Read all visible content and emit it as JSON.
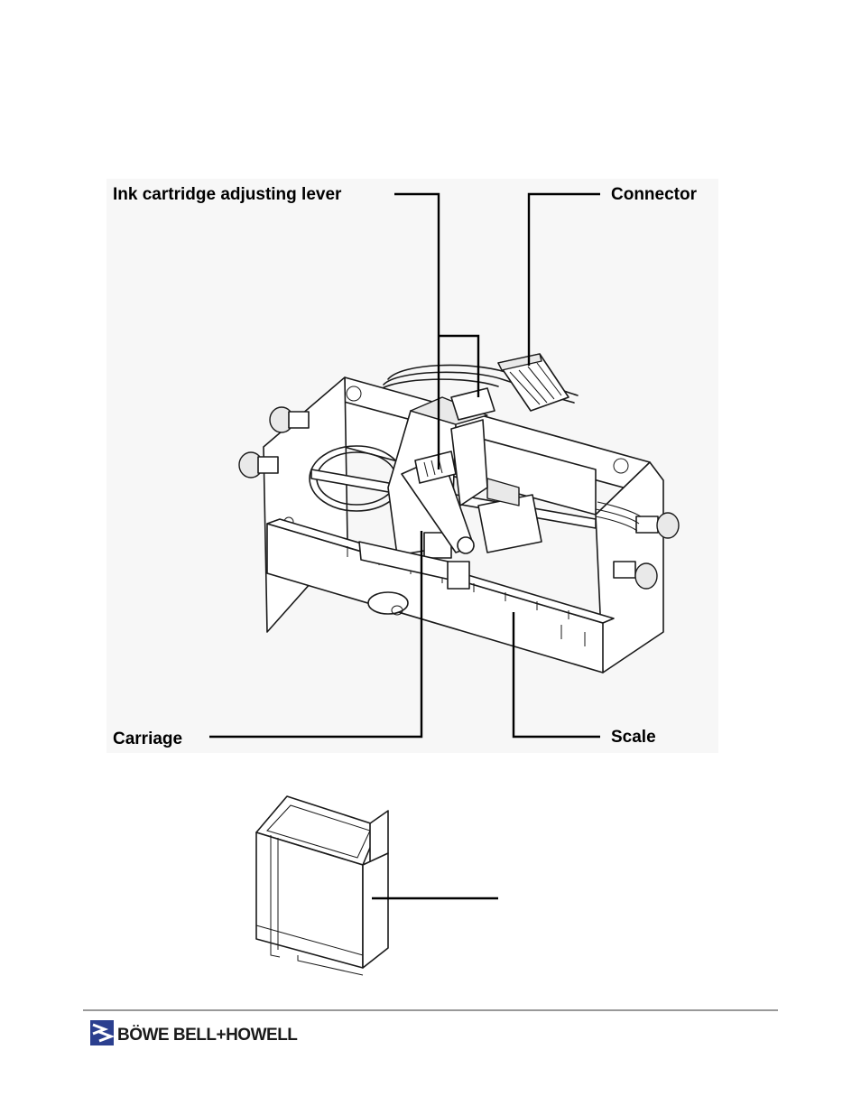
{
  "callouts": {
    "ink_lever": "Ink cartridge adjusting lever",
    "connector": "Connector",
    "carriage": "Carriage",
    "scale": "Scale"
  },
  "footer": {
    "brand": "BÖWE BELL+HOWELL"
  },
  "colors": {
    "text": "#000000",
    "logo_blue": "#2b3f8f",
    "background": "#ffffff",
    "panel": "#f7f7f7"
  }
}
